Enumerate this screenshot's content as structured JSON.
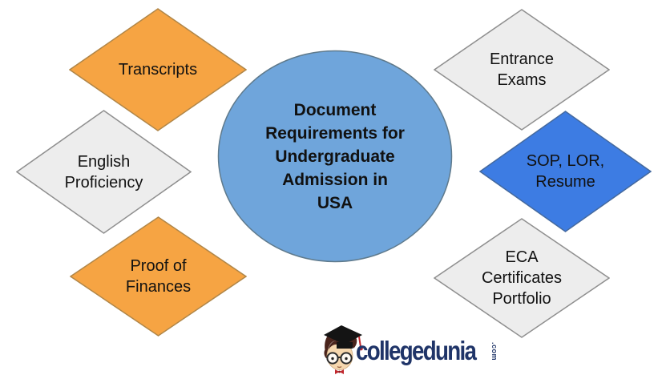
{
  "diagram_title": "Document Requirements for Undergraduate Admission in USA",
  "background": "#FFFFFF",
  "text_color": "#111111",
  "center_node": {
    "label": "Document\nRequirements for\nUndergraduate\nAdmission in\nUSA",
    "fill": "#6FA5DB",
    "stroke": "#5F7A8C"
  },
  "nodes": [
    {
      "id": "transcripts",
      "label": "Transcripts",
      "fill": "#F6A443",
      "stroke": "#B08648"
    },
    {
      "id": "english-proficiency",
      "label": "English\nProficiency",
      "fill": "#EDEDED",
      "stroke": "#8F8F8F"
    },
    {
      "id": "proof-of-finances",
      "label": "Proof of\nFinances",
      "fill": "#F6A443",
      "stroke": "#B08648"
    },
    {
      "id": "entrance-exams",
      "label": "Entrance\nExams",
      "fill": "#EDEDED",
      "stroke": "#8F8F8F"
    },
    {
      "id": "sop-lor-resume",
      "label": "SOP, LOR,\nResume",
      "fill": "#3D7CE3",
      "stroke": "#44699E"
    },
    {
      "id": "eca-certificates-portfolio",
      "label": "ECA\nCertificates\nPortfolio",
      "fill": "#EDEDED",
      "stroke": "#8F8F8F"
    }
  ],
  "logo": {
    "brand": "collegedunia",
    "tld": ".com",
    "text_color": "#1F3468",
    "mascot": "student-graduate-mascot"
  }
}
